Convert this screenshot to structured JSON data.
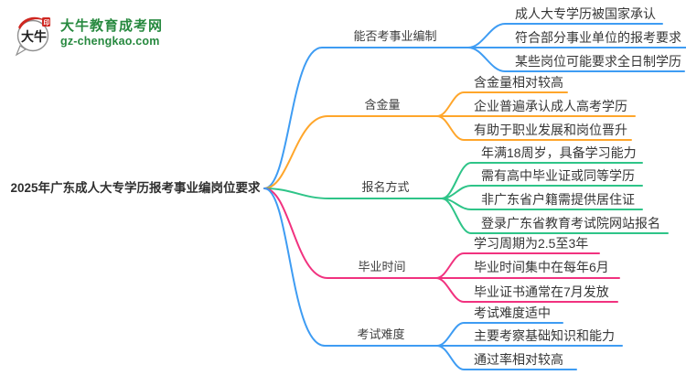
{
  "site": {
    "logo_title": "大牛教育成考网",
    "logo_domain": "gz-chengkao.com",
    "logo_icon_text": "大牛",
    "logo_icon_name": "daniu-speech-bubble-logo"
  },
  "colors": {
    "blue": "#3e9cf3",
    "orange": "#ffa62b",
    "green": "#2ec488",
    "pink": "#f1327f",
    "brand_green": "#27893f",
    "seal_red": "#cf2721",
    "text": "#333333"
  },
  "mindmap": {
    "root": "2025年广东成人大专学历报考事业编岗位要求",
    "branches": [
      {
        "label": "能否考事业编制",
        "color": "#3e9cf3",
        "children": [
          "成人大专学历被国家承认",
          "符合部分事业单位的报考要求",
          "某些岗位可能要求全日制学历"
        ]
      },
      {
        "label": "含金量",
        "color": "#ffa62b",
        "children": [
          "含金量相对较高",
          "企业普遍承认成人高考学历",
          "有助于职业发展和岗位晋升"
        ]
      },
      {
        "label": "报名方式",
        "color": "#2ec488",
        "children": [
          "年满18周岁，具备学习能力",
          "需有高中毕业证或同等学历",
          "非广东省户籍需提供居住证",
          "登录广东省教育考试院网站报名"
        ]
      },
      {
        "label": "毕业时间",
        "color": "#f1327f",
        "children": [
          "学习周期为2.5至3年",
          "毕业时间集中在每年6月",
          "毕业证书通常在7月发放"
        ]
      },
      {
        "label": "考试难度",
        "color": "#3e9cf3",
        "children": [
          "考试难度适中",
          "主要考察基础知识和能力",
          "通过率相对较高"
        ]
      }
    ]
  }
}
